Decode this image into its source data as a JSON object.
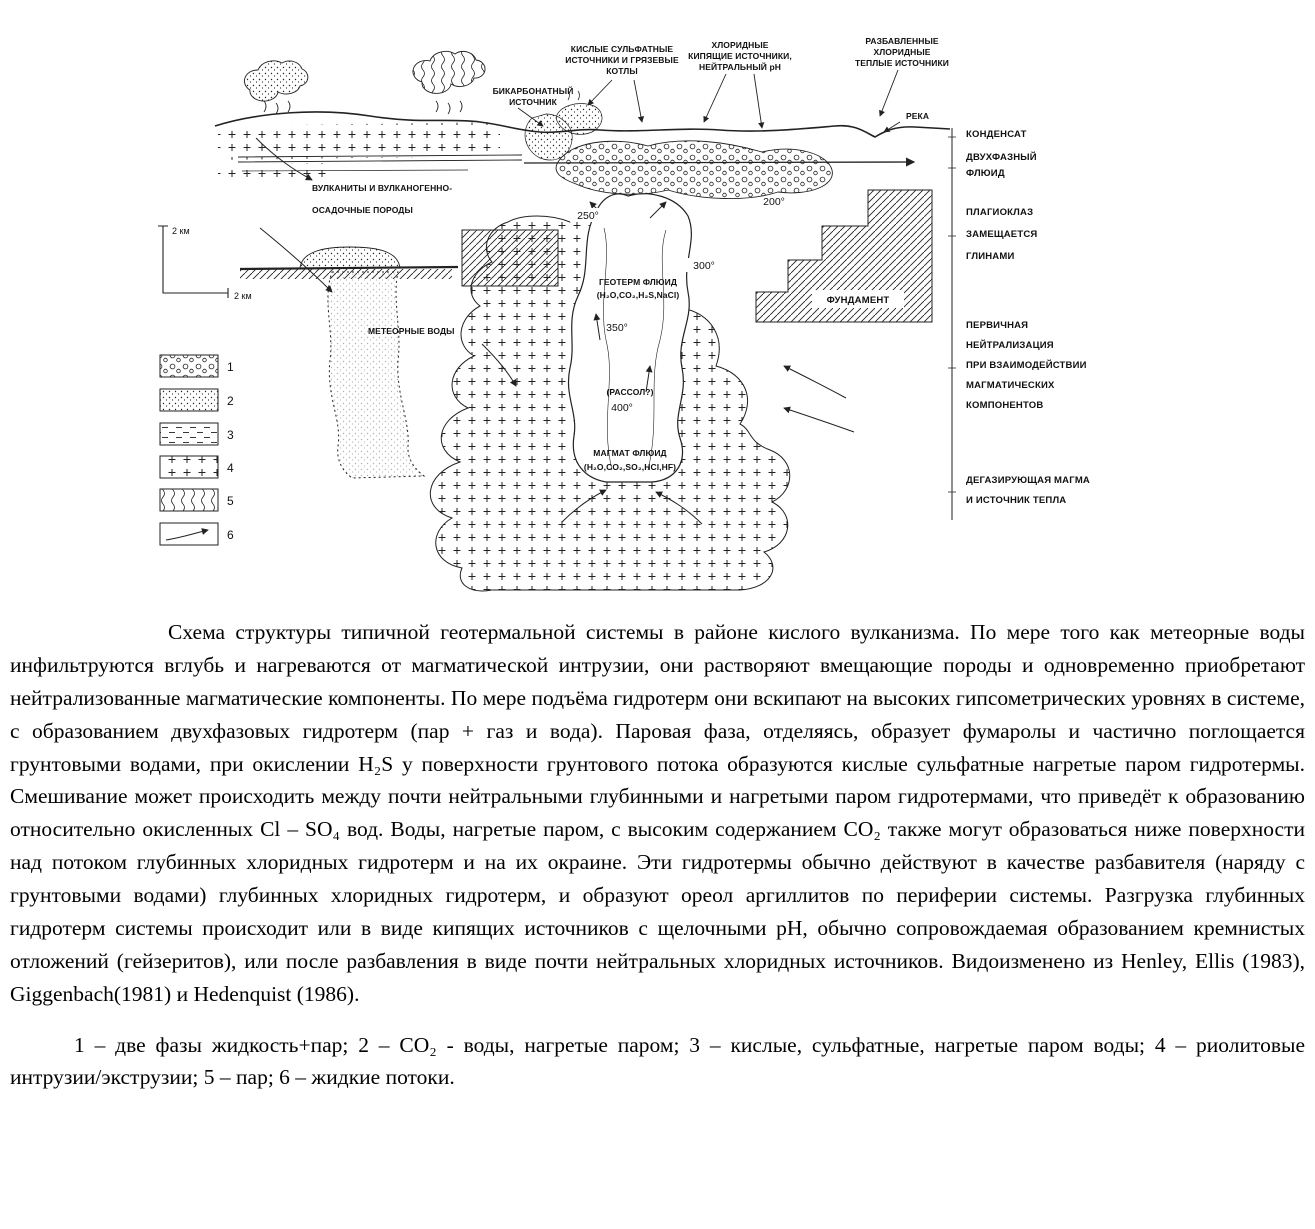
{
  "figure": {
    "top_labels": {
      "acid_sulfate": {
        "lines": [
          "КИСЛЫЕ СУЛЬФАТНЫЕ",
          "ИСТОЧНИКИ И ГРЯЗЕВЫЕ",
          "КОТЛЫ"
        ]
      },
      "bicarbonate": {
        "lines": [
          "БИКАРБОНАТНЫЙ",
          "ИСТОЧНИК"
        ]
      },
      "chloride_boiling": {
        "lines": [
          "ХЛОРИДНЫЕ",
          "КИПЯЩИЕ ИСТОЧНИКИ,",
          "НЕЙТРАЛЬНЫЙ pH"
        ]
      },
      "diluted_chloride": {
        "lines": [
          "РАЗБАВЛЕННЫЕ",
          "ХЛОРИДНЫЕ",
          "ТЕПЛЫЕ ИСТОЧНИКИ"
        ]
      },
      "river": "РЕКА"
    },
    "right_labels": [
      {
        "lines": [
          "КОНДЕНСАТ"
        ]
      },
      {
        "lines": [
          "ДВУХФАЗНЫЙ",
          "ФЛЮИД"
        ]
      },
      {
        "lines": [
          "ПЛАГИОКЛАЗ",
          "ЗАМЕЩАЕТСЯ",
          "ГЛИНАМИ"
        ]
      },
      {
        "lines": [
          "ПЕРВИЧНАЯ",
          "НЕЙТРАЛИЗАЦИЯ",
          "ПРИ ВЗАИМОДЕЙСТВИИ",
          "МАГМАТИЧЕСКИХ",
          "КОМПОНЕНТОВ"
        ]
      },
      {
        "lines": [
          "ДЕГАЗИРУЮЩАЯ МАГМА",
          "И ИСТОЧНИК ТЕПЛА"
        ]
      }
    ],
    "interior_labels": {
      "volcanics": {
        "lines": [
          "ВУЛКАНИТЫ И ВУЛКАНОГЕННО-",
          "ОСАДОЧНЫЕ ПОРОДЫ"
        ]
      },
      "meteoric_water": "МЕТЕОРНЫЕ ВОДЫ",
      "geothermal_fluid": {
        "lines": [
          "ГЕОТЕРМ ФЛЮИД",
          "(H₂O,CO₂,H₂S,NaCl)"
        ]
      },
      "brine": "(РАССОЛ?)",
      "magmatic_fluid": {
        "lines": [
          "МАГМАТ ФЛЮИД",
          "(H₂O,CO₂,SO₂,HCl,HF)"
        ]
      },
      "basement": "ФУНДАМЕНТ"
    },
    "temperatures": [
      "250°",
      "200°",
      "300°",
      "350°",
      "400°"
    ],
    "scale": {
      "vertical": "2 км",
      "horizontal": "2 км"
    },
    "legend_numbers": [
      "1",
      "2",
      "3",
      "4",
      "5",
      "6"
    ]
  },
  "caption": {
    "text": "Схема структуры типичной геотермальной системы в районе кислого вулканизма. По мере того как метеорные воды инфильтруются вглубь и нагреваются от магматической интрузии, они растворяют вмещающие породы и одновременно приобретают нейтрализованные магматические компоненты. По мере подъёма гидротерм они вскипают на высоких гипсометрических уровнях в системе, с образованием двухфазовых гидротерм (пар + газ и вода). Паровая фаза, отделяясь, образует фумаролы и частично поглощается грунтовыми водами, при окислении H₂S у поверхности грунтового потока образуются кислые сульфатные нагретые паром гидротермы. Смешивание может происходить между почти нейтральными глубинными и нагретыми паром гидротермами, что приведёт к образованию относительно окисленных Cl – SO₄ вод. Воды, нагретые паром, с высоким содержанием CO₂ также могут образоваться ниже поверхности над потоком глубинных хлоридных гидротерм и на их окраине. Эти гидротермы обычно действуют в качестве разбавителя (наряду с грунтовыми водами) глубинных хлоридных гидротерм, и образуют ореол аргиллитов по периферии системы. Разгрузка глубинных гидротерм системы происходит или в виде кипящих источников с щелочными pH, обычно сопровождаемая образованием кремнистых отложений (гейзеритов), или после разбавления в виде почти нейтральных хлоридных источников. Видоизменено из Henley, Ellis (1983), Giggenbach(1981) и Hedenquist (1986)."
  },
  "legend_caption": {
    "text": "1 – две фазы жидкость+пар;  2 – CO₂ - воды, нагретые паром;  3 – кислые, сульфатные, нагретые паром воды;  4 – риолитовые интрузии/экструзии;  5 – пар;  6 – жидкие потоки."
  }
}
